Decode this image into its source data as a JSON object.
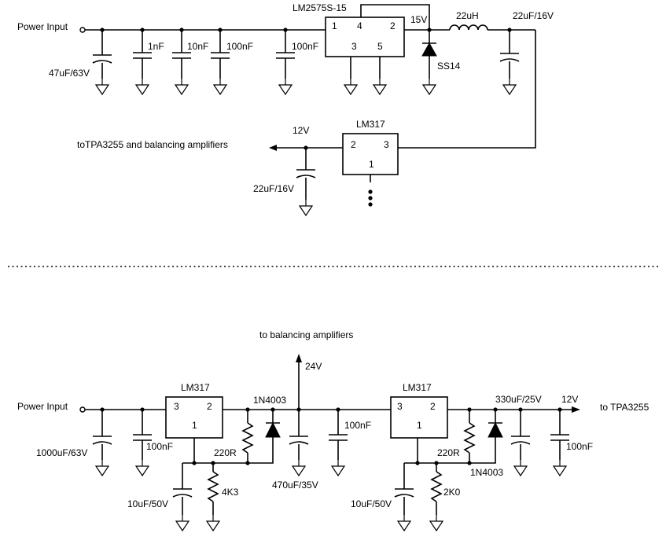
{
  "top": {
    "input_label": "Power Input",
    "c_bulk": "47uF/63V",
    "c1": "1nF",
    "c2": "10nF",
    "c3": "100nF",
    "c4": "100nF",
    "reg_name": "LM2575S-15",
    "reg_pins": {
      "p1": "1",
      "p4": "4",
      "p2": "2",
      "p3": "3",
      "p5": "5"
    },
    "vout_label": "15V",
    "diode": "SS14",
    "inductor": "22uH",
    "c_out": "22uF/16V",
    "ldo_name": "LM317",
    "ldo_pins": {
      "p2": "2",
      "p3": "3",
      "p1": "1"
    },
    "out_voltage": "12V",
    "out_label": "toTPA3255 and balancing amplifiers",
    "c_ldo": "22uF/16V"
  },
  "bottom": {
    "input_label": "Power Input",
    "c_bulk": "1000uF/63V",
    "c1": "100nF",
    "reg1_name": "LM317",
    "reg1_pins": {
      "p3": "3",
      "p2": "2",
      "p1": "1"
    },
    "r1": "220R",
    "d1": "1N4003",
    "c_adj1": "10uF/50V",
    "r_adj1": "4K3",
    "v1": "24V",
    "v1_label": "to balancing amplifiers",
    "c_mid1": "470uF/35V",
    "c_mid2": "100nF",
    "reg2_name": "LM317",
    "reg2_pins": {
      "p3": "3",
      "p2": "2",
      "p1": "1"
    },
    "r2": "220R",
    "d2": "1N4003",
    "c_adj2": "10uF/50V",
    "r_adj2": "2K0",
    "c_out1": "330uF/25V",
    "c_out2": "100nF",
    "v2": "12V",
    "v2_label": "to TPA3255"
  }
}
